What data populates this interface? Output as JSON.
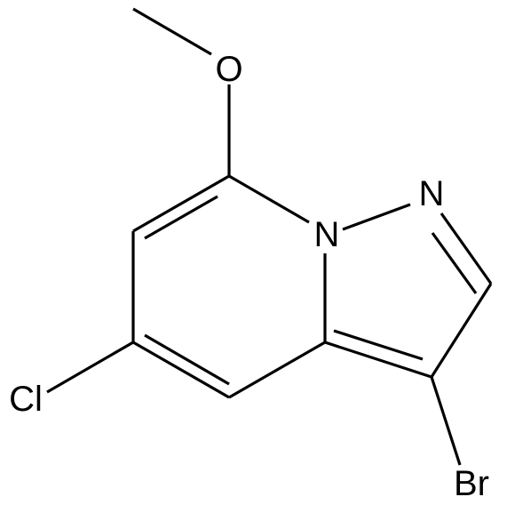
{
  "molecule": {
    "atoms": {
      "oxygen": "O",
      "nitrogen_bridge": "N",
      "nitrogen_pyrazole": "N",
      "chlorine": "Cl",
      "bromine": "Br"
    },
    "colors": {
      "bond": "#000000",
      "label": "#000000",
      "background": "#ffffff"
    }
  }
}
